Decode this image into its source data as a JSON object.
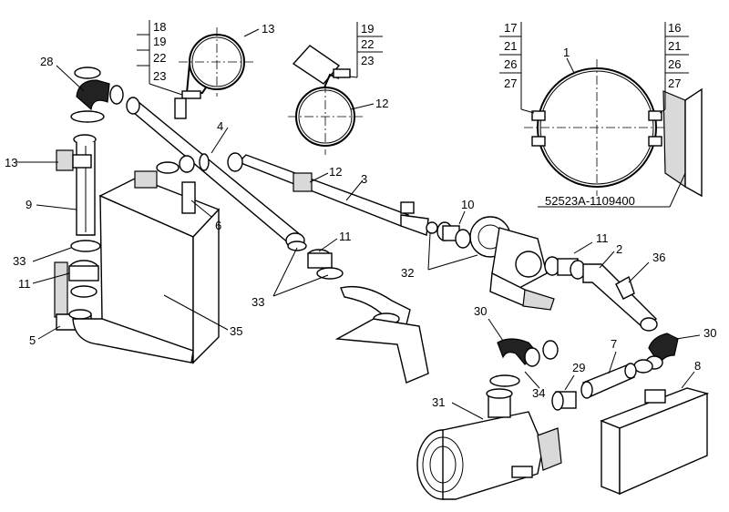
{
  "figure": {
    "part_code": "52523A-1109400",
    "callouts": {
      "c1": "1",
      "c2": "2",
      "c3": "3",
      "c4": "4",
      "c5": "5",
      "c6": "6",
      "c7": "7",
      "c8": "8",
      "c9": "9",
      "c10": "10",
      "c11a": "11",
      "c11b": "11",
      "c11c": "11",
      "c12a": "12",
      "c12b": "12",
      "c13a": "13",
      "c13b": "13",
      "c28": "28",
      "c29": "29",
      "c30a": "30",
      "c30b": "30",
      "c31": "31",
      "c32": "32",
      "c33a": "33",
      "c33b": "33",
      "c34": "34",
      "c35": "35",
      "c36": "36"
    },
    "stack_13": [
      "18",
      "19",
      "22",
      "23"
    ],
    "stack_12": [
      "19",
      "22",
      "23"
    ],
    "stack_1_left": [
      "17",
      "21",
      "26",
      "27"
    ],
    "stack_1_right": [
      "16",
      "21",
      "26",
      "27"
    ]
  }
}
